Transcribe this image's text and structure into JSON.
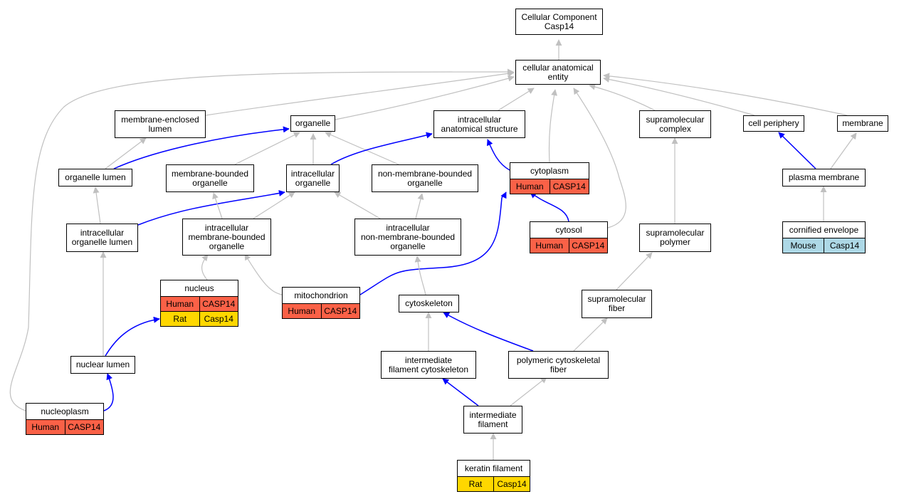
{
  "nodes": [
    {
      "id": "root",
      "label": "Cellular Component\nCasp14",
      "annotations": []
    },
    {
      "id": "cae",
      "label": "cellular anatomical\nentity",
      "annotations": []
    },
    {
      "id": "mel",
      "label": "membrane-enclosed\nlumen",
      "annotations": []
    },
    {
      "id": "organelle",
      "label": "organelle",
      "annotations": []
    },
    {
      "id": "ias",
      "label": "intracellular\nanatomical structure",
      "annotations": []
    },
    {
      "id": "smc",
      "label": "supramolecular\ncomplex",
      "annotations": []
    },
    {
      "id": "cellper",
      "label": "cell periphery",
      "annotations": []
    },
    {
      "id": "membrane",
      "label": "membrane",
      "annotations": []
    },
    {
      "id": "orglumen",
      "label": "organelle lumen",
      "annotations": []
    },
    {
      "id": "mbo",
      "label": "membrane-bounded\norganelle",
      "annotations": []
    },
    {
      "id": "io",
      "label": "intracellular\norganelle",
      "annotations": []
    },
    {
      "id": "nmbo",
      "label": "non-membrane-bounded\norganelle",
      "annotations": []
    },
    {
      "id": "cytoplasm",
      "label": "cytoplasm",
      "annotations": [
        {
          "species": "Human",
          "gene": "CASP14",
          "color": "#fa6147"
        }
      ]
    },
    {
      "id": "pm",
      "label": "plasma membrane",
      "annotations": []
    },
    {
      "id": "iol",
      "label": "intracellular\norganelle lumen",
      "annotations": []
    },
    {
      "id": "imbo",
      "label": "intracellular\nmembrane-bounded\norganelle",
      "annotations": []
    },
    {
      "id": "inmbo",
      "label": "intracellular\nnon-membrane-bounded\norganelle",
      "annotations": []
    },
    {
      "id": "cytosol",
      "label": "cytosol",
      "annotations": [
        {
          "species": "Human",
          "gene": "CASP14",
          "color": "#fa6147"
        }
      ]
    },
    {
      "id": "smp",
      "label": "supramolecular\npolymer",
      "annotations": []
    },
    {
      "id": "cornenv",
      "label": "cornified envelope",
      "annotations": [
        {
          "species": "Mouse",
          "gene": "Casp14",
          "color": "#add8e6"
        }
      ]
    },
    {
      "id": "nucleus",
      "label": "nucleus",
      "annotations": [
        {
          "species": "Human",
          "gene": "CASP14",
          "color": "#fa6147"
        },
        {
          "species": "Rat",
          "gene": "Casp14",
          "color": "#ffd700"
        }
      ]
    },
    {
      "id": "mito",
      "label": "mitochondrion",
      "annotations": [
        {
          "species": "Human",
          "gene": "CASP14",
          "color": "#fa6147"
        }
      ]
    },
    {
      "id": "cytosk",
      "label": "cytoskeleton",
      "annotations": []
    },
    {
      "id": "smf",
      "label": "supramolecular\nfiber",
      "annotations": []
    },
    {
      "id": "nuclumen",
      "label": "nuclear lumen",
      "annotations": []
    },
    {
      "id": "ifc",
      "label": "intermediate\nfilament cytoskeleton",
      "annotations": []
    },
    {
      "id": "pcf",
      "label": "polymeric cytoskeletal\nfiber",
      "annotations": []
    },
    {
      "id": "nucleoplasm",
      "label": "nucleoplasm",
      "annotations": [
        {
          "species": "Human",
          "gene": "CASP14",
          "color": "#fa6147"
        }
      ]
    },
    {
      "id": "intfil",
      "label": "intermediate\nfilament",
      "annotations": []
    },
    {
      "id": "kerfil",
      "label": "keratin filament",
      "annotations": [
        {
          "species": "Rat",
          "gene": "Casp14",
          "color": "#ffd700"
        }
      ]
    }
  ],
  "edges": [
    {
      "from": "cae",
      "to": "root",
      "type": "is_a"
    },
    {
      "from": "mel",
      "to": "cae",
      "type": "is_a"
    },
    {
      "from": "organelle",
      "to": "cae",
      "type": "is_a"
    },
    {
      "from": "ias",
      "to": "cae",
      "type": "is_a"
    },
    {
      "from": "smc",
      "to": "cae",
      "type": "is_a"
    },
    {
      "from": "cellper",
      "to": "cae",
      "type": "is_a"
    },
    {
      "from": "membrane",
      "to": "cae",
      "type": "is_a"
    },
    {
      "from": "cytoplasm",
      "to": "cae",
      "type": "is_a"
    },
    {
      "from": "cytosol",
      "to": "cae",
      "type": "is_a"
    },
    {
      "from": "nucleoplasm",
      "to": "cae",
      "type": "is_a"
    },
    {
      "from": "orglumen",
      "to": "mel",
      "type": "is_a"
    },
    {
      "from": "orglumen",
      "to": "organelle",
      "type": "part_of"
    },
    {
      "from": "mbo",
      "to": "organelle",
      "type": "is_a"
    },
    {
      "from": "io",
      "to": "organelle",
      "type": "is_a"
    },
    {
      "from": "nmbo",
      "to": "organelle",
      "type": "is_a"
    },
    {
      "from": "io",
      "to": "ias",
      "type": "part_of"
    },
    {
      "from": "cytoplasm",
      "to": "ias",
      "type": "part_of"
    },
    {
      "from": "iol",
      "to": "orglumen",
      "type": "is_a"
    },
    {
      "from": "iol",
      "to": "io",
      "type": "part_of"
    },
    {
      "from": "imbo",
      "to": "mbo",
      "type": "is_a"
    },
    {
      "from": "imbo",
      "to": "io",
      "type": "is_a"
    },
    {
      "from": "inmbo",
      "to": "io",
      "type": "is_a"
    },
    {
      "from": "inmbo",
      "to": "nmbo",
      "type": "is_a"
    },
    {
      "from": "cytosol",
      "to": "cytoplasm",
      "type": "part_of"
    },
    {
      "from": "mito",
      "to": "cytoplasm",
      "type": "part_of"
    },
    {
      "from": "pm",
      "to": "cellper",
      "type": "part_of"
    },
    {
      "from": "pm",
      "to": "membrane",
      "type": "is_a"
    },
    {
      "from": "cornenv",
      "to": "pm",
      "type": "is_a"
    },
    {
      "from": "nuclumen",
      "to": "iol",
      "type": "is_a"
    },
    {
      "from": "nuclumen",
      "to": "nucleus",
      "type": "part_of"
    },
    {
      "from": "nucleus",
      "to": "imbo",
      "type": "is_a"
    },
    {
      "from": "mito",
      "to": "imbo",
      "type": "is_a"
    },
    {
      "from": "cytosk",
      "to": "inmbo",
      "type": "is_a"
    },
    {
      "from": "smp",
      "to": "smc",
      "type": "is_a"
    },
    {
      "from": "smf",
      "to": "smp",
      "type": "is_a"
    },
    {
      "from": "pcf",
      "to": "smf",
      "type": "is_a"
    },
    {
      "from": "pcf",
      "to": "cytosk",
      "type": "part_of"
    },
    {
      "from": "ifc",
      "to": "cytosk",
      "type": "is_a"
    },
    {
      "from": "intfil",
      "to": "ifc",
      "type": "part_of"
    },
    {
      "from": "intfil",
      "to": "pcf",
      "type": "is_a"
    },
    {
      "from": "kerfil",
      "to": "intfil",
      "type": "is_a"
    },
    {
      "from": "nucleoplasm",
      "to": "nuclumen",
      "type": "part_of"
    }
  ],
  "edge_colors": {
    "is_a": "#c0c0c0",
    "part_of": "#0000ff"
  }
}
